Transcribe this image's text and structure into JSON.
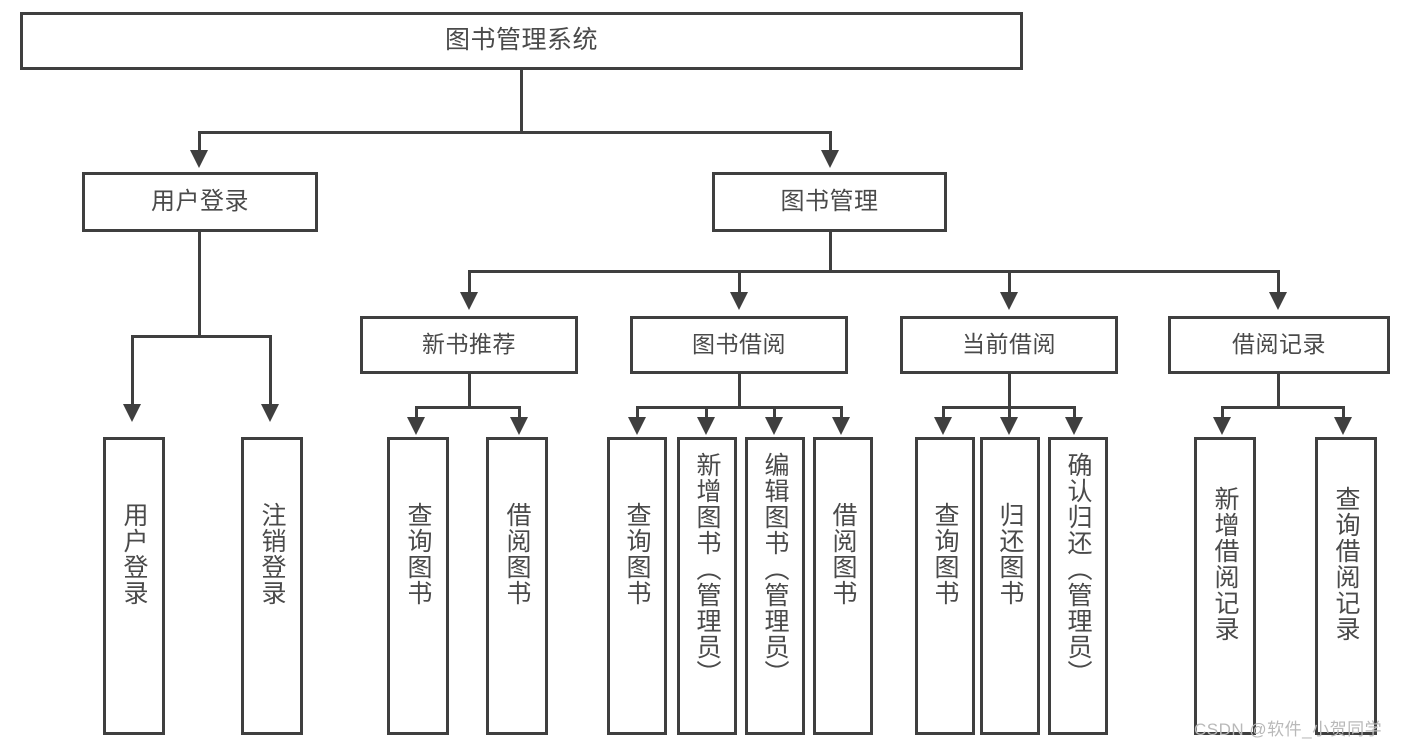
{
  "diagram": {
    "title": "图书管理系统",
    "type": "hierarchy-tree",
    "watermark": "CSDN @软件_小贺同学",
    "colors": {
      "stroke": "#3f3f3f",
      "text": "#4a4a4a",
      "background": "#ffffff",
      "watermark": "#b9b9b9"
    },
    "root": {
      "label": "图书管理系统"
    },
    "level2": [
      {
        "label": "用户登录"
      },
      {
        "label": "图书管理"
      }
    ],
    "level3": [
      {
        "label": "新书推荐"
      },
      {
        "label": "图书借阅"
      },
      {
        "label": "当前借阅"
      },
      {
        "label": "借阅记录"
      }
    ],
    "leaves": {
      "user_login": [
        {
          "label": "用户登录"
        },
        {
          "label": "注销登录"
        }
      ],
      "new_book_recommend": [
        {
          "label": "查询图书"
        },
        {
          "label": "借阅图书"
        }
      ],
      "book_borrow": [
        {
          "label": "查询图书"
        },
        {
          "label": "新增图书（管理员）"
        },
        {
          "label": "编辑图书（管理员）"
        },
        {
          "label": "借阅图书"
        }
      ],
      "current_borrow": [
        {
          "label": "查询图书"
        },
        {
          "label": "归还图书"
        },
        {
          "label": "确认归还（管理员）"
        }
      ],
      "borrow_record": [
        {
          "label": "新增借阅记录"
        },
        {
          "label": "查询借阅记录"
        }
      ]
    }
  }
}
